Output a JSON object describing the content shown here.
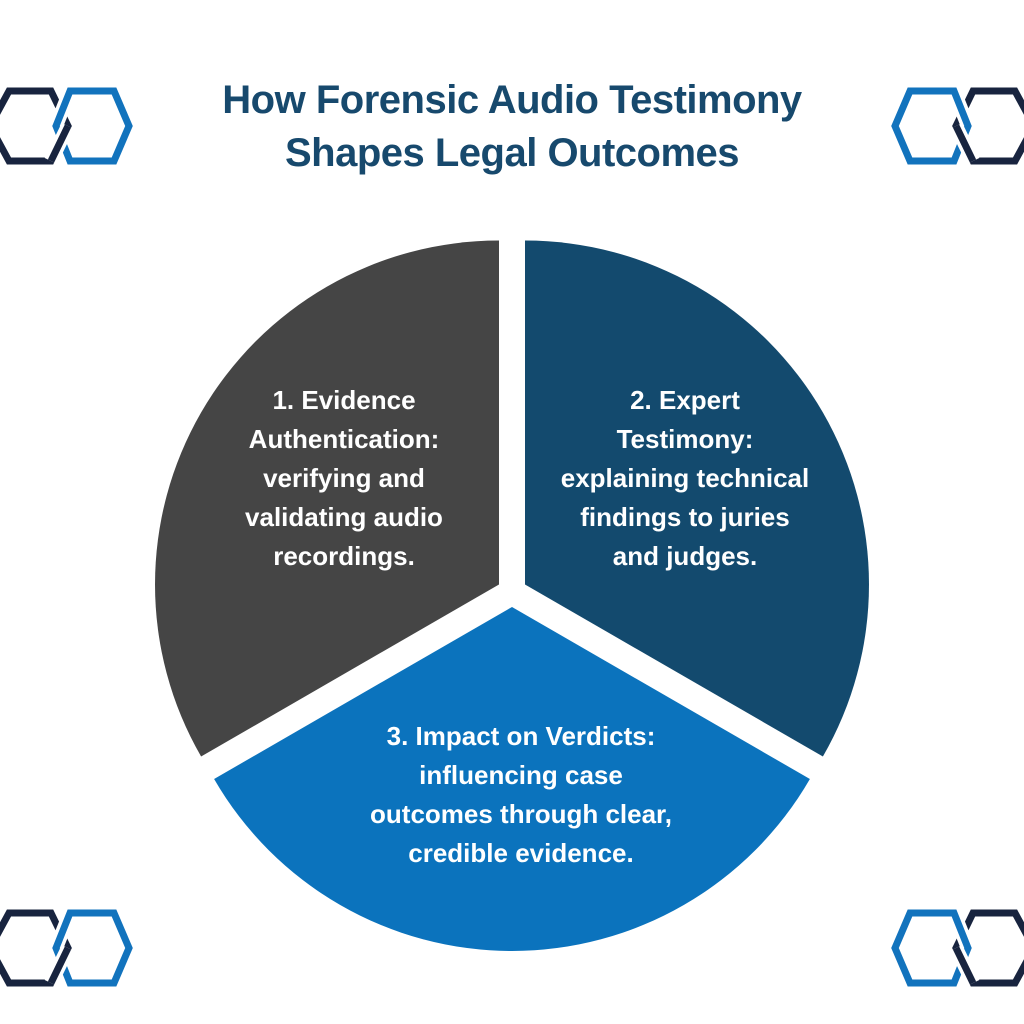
{
  "page": {
    "background_color": "#ffffff",
    "kind": "infographic"
  },
  "title": {
    "text": "How Forensic Audio Testimony Shapes Legal Outcomes",
    "lines": [
      "How Forensic Audio Testimony",
      "Shapes Legal Outcomes"
    ],
    "color": "#17496d"
  },
  "chart_data": {
    "type": "pie",
    "title": "How Forensic Audio Testimony Shapes Legal Outcomes",
    "legend": "none",
    "labels_inside": true,
    "exploded": true,
    "slices": [
      {
        "name": "Evidence Authentication",
        "label": "1. Evidence Authentication: verifying and validating audio recordings.",
        "value": 33.33,
        "color": "#454545"
      },
      {
        "name": "Expert Testimony",
        "label": "2. Expert Testimony: explaining technical findings to juries and judges.",
        "value": 33.33,
        "color": "#134a6e"
      },
      {
        "name": "Impact on Verdicts",
        "label": "3. Impact on Verdicts: influencing case outcomes through clear, credible evidence.",
        "value": 33.33,
        "color": "#0b73bd"
      }
    ]
  },
  "slice_labels": {
    "evidence": {
      "lines": [
        "1. Evidence",
        "Authentication:",
        "verifying and",
        "validating audio",
        "recordings."
      ]
    },
    "expert": {
      "lines": [
        "2. Expert",
        "Testimony:",
        "explaining technical",
        "findings to juries",
        "and judges."
      ]
    },
    "verdicts": {
      "lines": [
        "3. Impact on Verdicts:",
        "influencing case",
        "outcomes through clear,",
        "credible evidence."
      ]
    }
  },
  "logo": {
    "name": "interlocked-hexagons-brand-mark",
    "blue_color": "#1273bd",
    "navy_color": "#18243f",
    "white_color": "#ffffff"
  }
}
